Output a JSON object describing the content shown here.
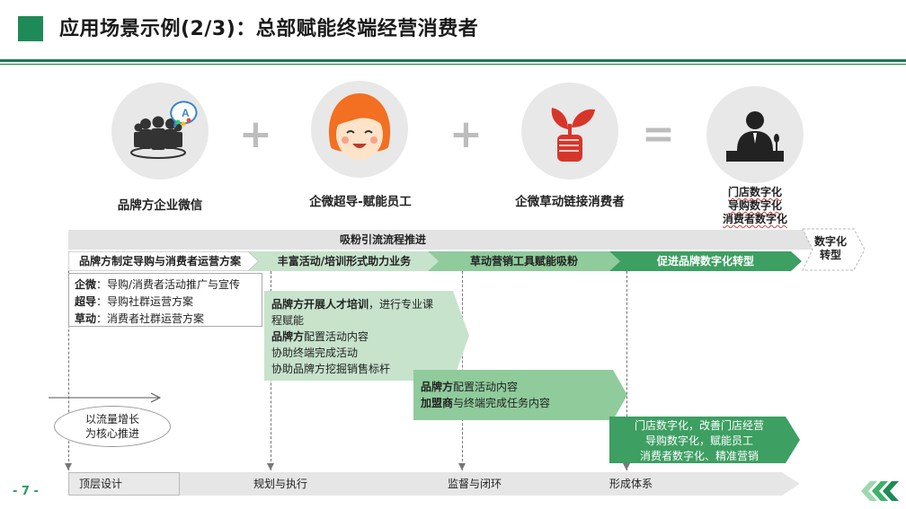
{
  "title": "应用场景示例(2/3)：总部赋能终端经营消费者",
  "operators": {
    "plus1": "+",
    "plus2": "+",
    "equals": "="
  },
  "circles": [
    {
      "label": "品牌方企业微信",
      "icon": "wechat-work-icon"
    },
    {
      "label": "企微超导-赋能员工",
      "icon": "smiling-girl-icon"
    },
    {
      "label": "企微草动链接消费者",
      "icon": "sprout-fist-icon"
    },
    {
      "label_lines": [
        "门店数字化",
        "导购数字化",
        "消费者数字化"
      ],
      "icon": "speaker-podium-icon"
    }
  ],
  "top_bar": {
    "label": "吸粉引流流程推进",
    "end_label_lines": [
      "数字化",
      "转型"
    ]
  },
  "phases": [
    "品牌方制定导购与消费者运营方案",
    "丰富活动/培训形式助力业务",
    "草动营销工具赋能吸粉",
    "促进品牌数字化转型"
  ],
  "left_note": [
    {
      "strong": "企微",
      "text": "：导购/消费者活动推广与宣传"
    },
    {
      "strong": "超导",
      "text": "：导购社群运营方案"
    },
    {
      "strong": "草动",
      "text": "：消费者社群运营方案"
    }
  ],
  "box2": {
    "line1_strong": "品牌方开展人才培训",
    "line1_text": "，进行专业课",
    "line2": "程赋能",
    "line3_strong": "品牌方",
    "line3_text": "配置活动内容",
    "line4": "协助终端完成活动",
    "line5": "协助品牌方挖掘销售标杆"
  },
  "box3": {
    "line1_strong": "品牌方",
    "line1_text": "配置活动内容",
    "line2_strong": "加盟商",
    "line2_text": "与终端完成任务内容"
  },
  "box4": {
    "line1": "门店数字化，改善门店经营",
    "line2": "导购数字化，赋能员工",
    "line3": "消费者数字化、精准营销"
  },
  "ellipse": {
    "lines": [
      "以流量增长",
      "为核心推进"
    ]
  },
  "bottom": [
    "顶层设计",
    "规划与执行",
    "监督与闭环",
    "形成体系"
  ],
  "page_number": "- 7 -",
  "colors": {
    "brand_green": "#1d8a57",
    "light_green": "#c7e3cc",
    "mid_green": "#8fcb9b",
    "dark_green": "#3d9f62"
  }
}
